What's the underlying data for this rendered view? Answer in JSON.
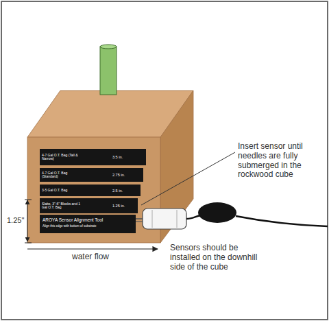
{
  "diagram": {
    "nodes": [
      {
        "text": [
          "AROYA Sensor Alignment Tool",
          "Align this edge with bottom of substrate"
        ]
      },
      {
        "text": [
          "4-7 Gal O.T. Bag (Tall & Narrow)",
          "3.5 in."
        ],
        "in": 0
      },
      {
        "text": [
          "4-7 Gal O.T. Bag (Standard)",
          "2.75 in."
        ],
        "in": 0
      },
      {
        "text": [
          "3-5 Gal O.T. Bag",
          "2.5 in."
        ],
        "in": 0
      },
      {
        "text": [
          "Slabs, 3\"-6\" Blocks and 1 Gal O.T. Bag",
          "1.25 in."
        ],
        "in": 0
      }
    ],
    "labels": [
      "1.25\"",
      "water flow",
      "Insert sensor until needles are fully submerged in the rockwood cube",
      "Sensors should be installed on the downhill side of the cube"
    ]
  }
}
